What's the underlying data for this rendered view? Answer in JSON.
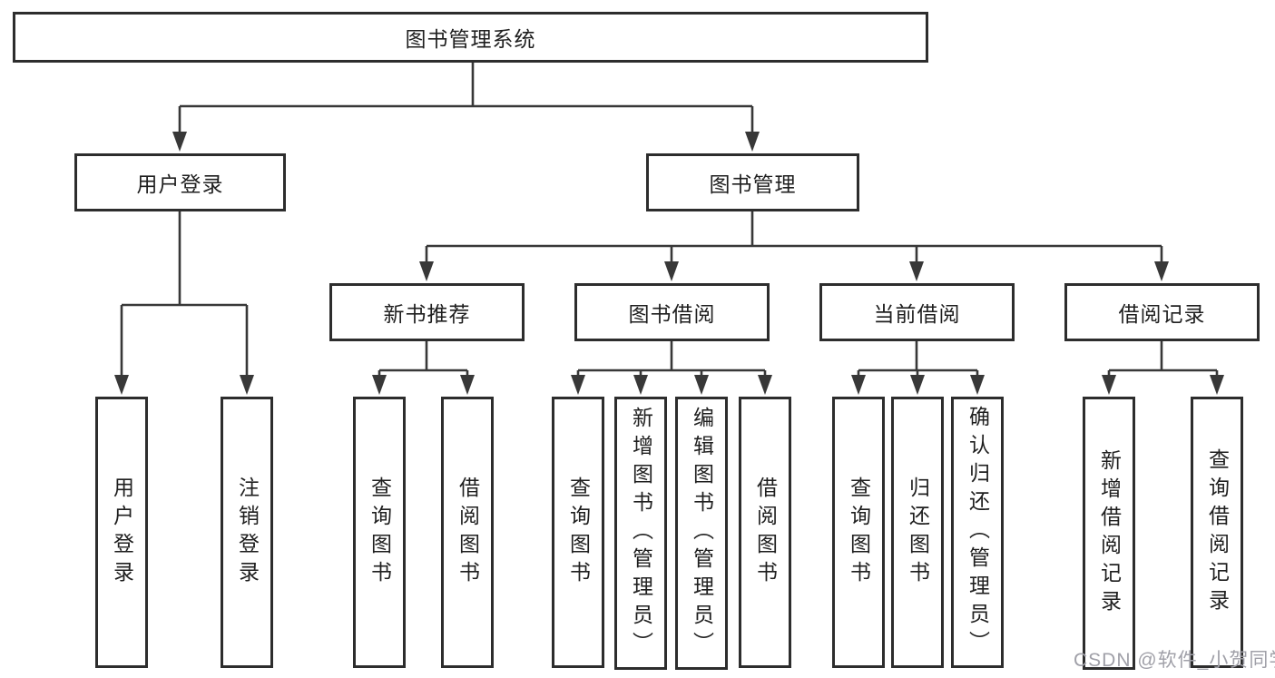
{
  "tree": {
    "label": "图书管理系统",
    "children": [
      {
        "label": "用户登录",
        "children": [
          {
            "label": "用户登录"
          },
          {
            "label": "注销登录"
          }
        ]
      },
      {
        "label": "图书管理",
        "children": [
          {
            "label": "新书推荐",
            "children": [
              {
                "label": "查询图书"
              },
              {
                "label": "借阅图书"
              }
            ]
          },
          {
            "label": "图书借阅",
            "children": [
              {
                "label": "查询图书"
              },
              {
                "label": "新增图书（管理员）"
              },
              {
                "label": "编辑图书（管理员）"
              },
              {
                "label": "借阅图书"
              }
            ]
          },
          {
            "label": "当前借阅",
            "children": [
              {
                "label": "查询图书"
              },
              {
                "label": "归还图书"
              },
              {
                "label": "确认归还（管理员）"
              }
            ]
          },
          {
            "label": "借阅记录",
            "children": [
              {
                "label": "新增借阅记录"
              },
              {
                "label": "查询借阅记录"
              }
            ]
          }
        ]
      }
    ]
  },
  "watermark": {
    "text": "CSDN @软件_小贺同学"
  },
  "colors": {
    "line": "#383838",
    "box_border": "#2d2d2d",
    "text": "#1f1f1f",
    "watermark": "#a0a0a8",
    "background": "#ffffff"
  }
}
